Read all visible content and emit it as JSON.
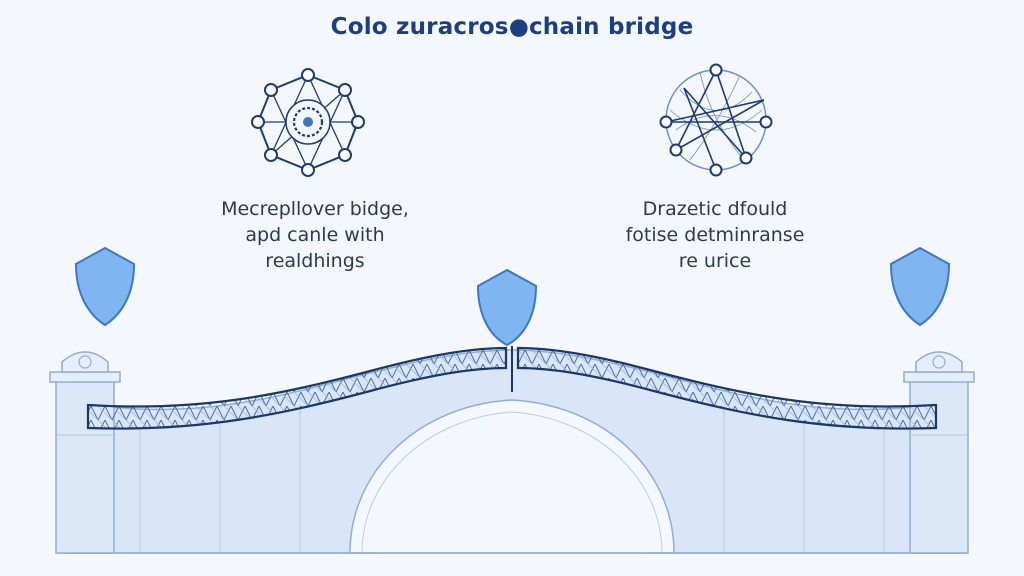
{
  "title": "Colo zuracros●chain bridge",
  "left_caption": {
    "lines": [
      "Mecrepllover bidge,",
      "apd canle with",
      "realdhings"
    ]
  },
  "right_caption": {
    "lines": [
      "Drazetic dfould",
      "fotise detminranse",
      "re urice"
    ]
  },
  "colors": {
    "title": "#1b3f80",
    "network_stroke": "#1d3b75",
    "shield_fill": "#7fb6f2",
    "shield_stroke": "#3f78c2",
    "bridge_fill": "#d8e6f7",
    "bridge_stroke": "#8eaed6",
    "deck_stroke": "#1d3766",
    "background": "#f4f7fb"
  },
  "icons": [
    "network-hub-icon",
    "network-mesh-icon",
    "shield-icon"
  ]
}
